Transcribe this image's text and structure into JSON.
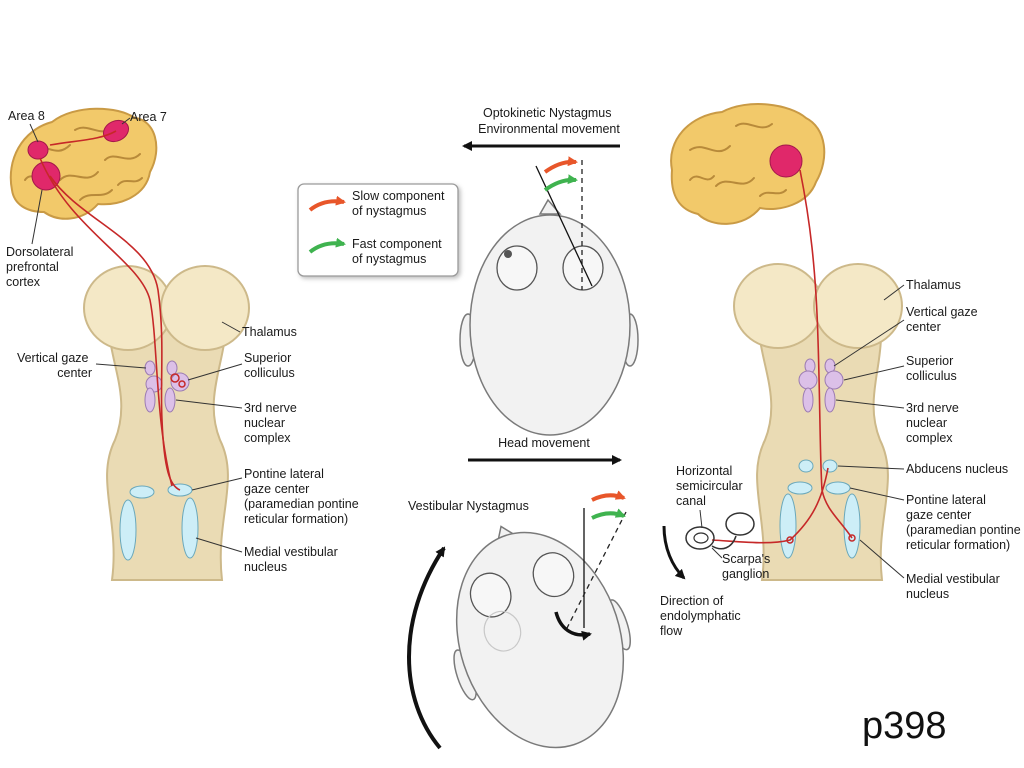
{
  "colors": {
    "slow_component": "#e8562a",
    "fast_component": "#3fb34f",
    "tract": "#c62828",
    "area_highlight": "#e0286a",
    "brain": "#f2c96a",
    "brainstem": "#eadbb4"
  },
  "left_panel": {
    "area8": "Area 8",
    "area7": "Area 7",
    "dlpfc": [
      "Dorsolateral",
      "prefrontal",
      "cortex"
    ],
    "thalamus": "Thalamus",
    "vertical_gaze": [
      "Vertical gaze",
      "center"
    ],
    "superior_colliculus": [
      "Superior",
      "colliculus"
    ],
    "third_nerve": [
      "3rd nerve",
      "nuclear",
      "complex"
    ],
    "pontine": [
      "Pontine lateral",
      "gaze center",
      "(paramedian pontine",
      "reticular formation)"
    ],
    "medial_vestibular": [
      "Medial vestibular",
      "nucleus"
    ]
  },
  "center_panel": {
    "legend": {
      "slow": [
        "Slow component",
        "of nystagmus"
      ],
      "fast": [
        "Fast component",
        "of nystagmus"
      ]
    },
    "okn_title": [
      "Optokinetic Nystagmus",
      "Environmental movement"
    ],
    "head_movement": "Head movement",
    "vestibular_title": "Vestibular Nystagmus"
  },
  "right_panel": {
    "thalamus": "Thalamus",
    "vertical_gaze": [
      "Vertical gaze",
      "center"
    ],
    "superior_colliculus": [
      "Superior",
      "colliculus"
    ],
    "third_nerve": [
      "3rd nerve",
      "nuclear",
      "complex"
    ],
    "abducens": "Abducens nucleus",
    "pontine": [
      "Pontine lateral",
      "gaze center",
      "(paramedian pontine",
      "reticular formation)"
    ],
    "medial_vestibular": [
      "Medial vestibular",
      "nucleus"
    ],
    "horizontal_canal": [
      "Horizontal",
      "semicircular",
      "canal"
    ],
    "scarpa": [
      "Scarpa's",
      "ganglion"
    ],
    "endolymph": [
      "Direction of",
      "endolymphatic",
      "flow"
    ]
  },
  "page_number": "p398"
}
